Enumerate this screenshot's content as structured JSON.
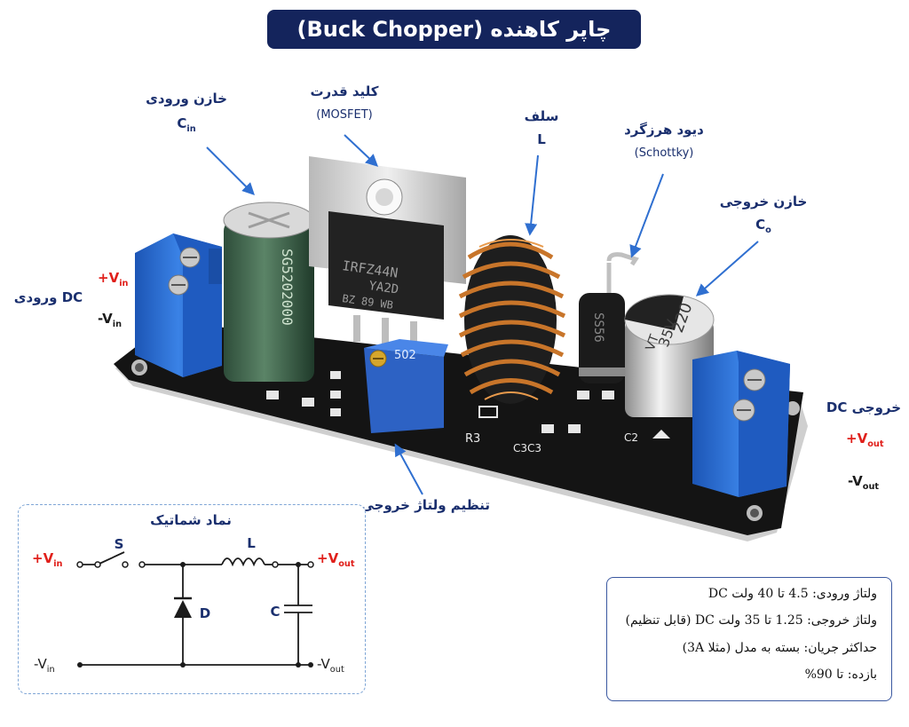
{
  "title": "چاپر کاهنده (Buck Chopper)",
  "callouts": {
    "cin": {
      "label": "خازن ورودی",
      "symbol": "C",
      "symbol_sub": "in"
    },
    "mosfet": {
      "label": "کلید قدرت",
      "sub": "(MOSFET)"
    },
    "inductor": {
      "label": "سلف",
      "symbol": "L"
    },
    "diode": {
      "label": "دیود هرزگرد",
      "sub": "(Schottky)"
    },
    "cout": {
      "label": "خازن خروجی",
      "symbol": "C",
      "symbol_sub": "o"
    },
    "pot": {
      "label": "تنظیم ولتاژ خروجی"
    }
  },
  "terminals": {
    "vin_plus": {
      "prefix": "+V",
      "sub": "in"
    },
    "vin_minus": {
      "prefix": "-V",
      "sub": "in"
    },
    "dc_input": "DC ورودی",
    "dc_output": "خروجی DC",
    "vout_plus": {
      "prefix": "+V",
      "sub": "out"
    },
    "vout_minus": {
      "prefix": "-V",
      "sub": "out"
    }
  },
  "board_text": {
    "mosfet_line1": "IRFZ44N",
    "mosfet_line2": "YA2D",
    "mosfet_line3": "BZ 89 WB",
    "cap_line1": "220",
    "cap_line2": "35V",
    "cap_line3": "VT",
    "diode_code": "SS56",
    "pot_code": "502",
    "silk_r3": "R3",
    "silk_c3": "C3C3",
    "silk_c2": "C2"
  },
  "schematic": {
    "title": "نماد شماتیک",
    "switch_label": "S",
    "inductor_label": "L",
    "diode_label": "D",
    "cap_label": "C",
    "vin_plus": {
      "prefix": "+V",
      "sub": "in"
    },
    "vin_minus": {
      "prefix": "-V",
      "sub": "in"
    },
    "vout_plus": {
      "prefix": "+V",
      "sub": "out"
    },
    "vout_minus": {
      "prefix": "-V",
      "sub": "out"
    }
  },
  "specs": {
    "line1": "ولتاژ ورودی: 4.5 تا 40 ولت DC",
    "line2": "ولتاژ خروجی:  1.25 تا 35 ولت DC (قابل تنظیم)",
    "line3": "حداکثر جریان: بسته به مدل (مثلا 3A)",
    "line4": "بازده:  تا 90%"
  },
  "colors": {
    "title_bg": "#14245c",
    "label_blue": "#1a2f6e",
    "accent_red": "#e0201b",
    "arrow": "#2f6fd0",
    "terminal_blue": "#2b6fd6",
    "pcb": "#141414"
  }
}
